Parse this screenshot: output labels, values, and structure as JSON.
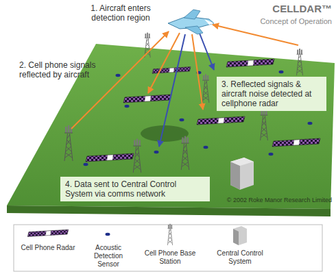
{
  "diagram": {
    "title": "CELLDAR™",
    "nodes": [
      {
        "text": [
          "3. Reflected signals & aircraft noise detected at cellphone radar"
        ]
      },
      {
        "text": [
          "4. Data sent to Central Control System via comms network"
        ]
      }
    ],
    "labels": [
      "Concept of Operation",
      "1. Aircraft enters detection region",
      "2. Cell phone signals reflected by aircraft",
      "© 2002 Roke Manor Research Limited"
    ],
    "legend": [
      {
        "text": "Cell Phone Radar"
      },
      {
        "text": "Acoustic Detection Sensor"
      },
      {
        "text": "Cell Phone Base Station"
      },
      {
        "text": "Central Control System"
      }
    ]
  }
}
